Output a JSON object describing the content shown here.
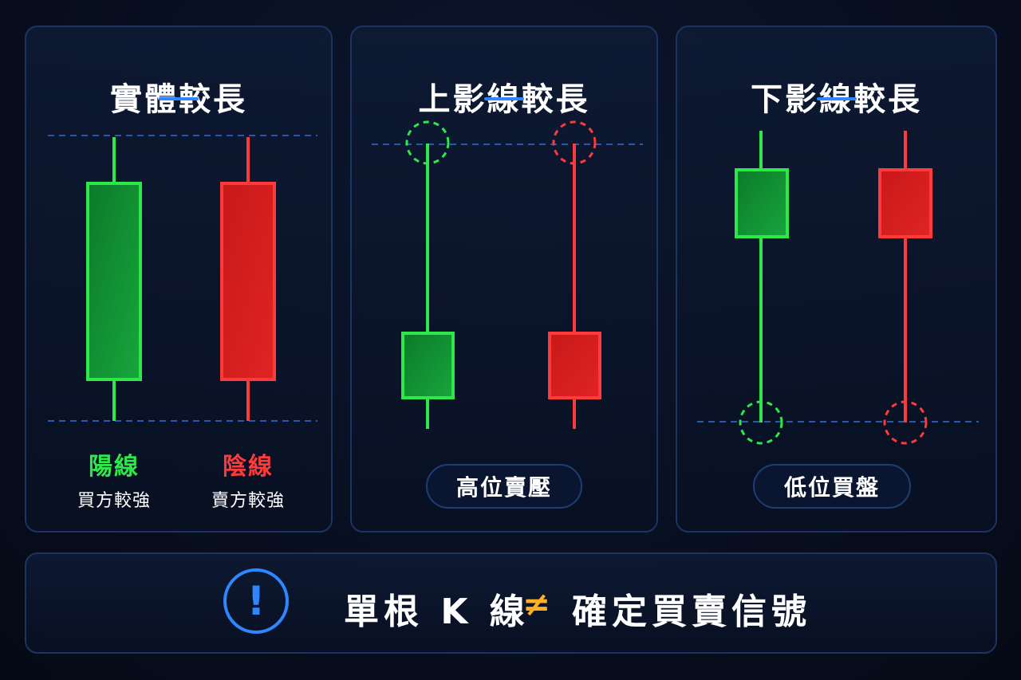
{
  "panels": [
    {
      "title": "實體較長",
      "labels": [
        {
          "main": "陽線",
          "sub": "買方較強",
          "color": "#2ee84a"
        },
        {
          "main": "陰線",
          "sub": "賣方較強",
          "color": "#ff3a3a"
        }
      ]
    },
    {
      "title": "上影線較長",
      "pill": "高位賣壓"
    },
    {
      "title": "下影線較長",
      "pill": "低位買盤"
    }
  ],
  "footer": {
    "icon": "exclamation-icon",
    "left_text": "單根 K 線",
    "symbol": "≠",
    "right_text": "確定買賣信號"
  },
  "colors": {
    "bull": "#2ee84a",
    "bear": "#ff3a3a",
    "accent": "#2f86ff",
    "warning": "#ffb020"
  }
}
